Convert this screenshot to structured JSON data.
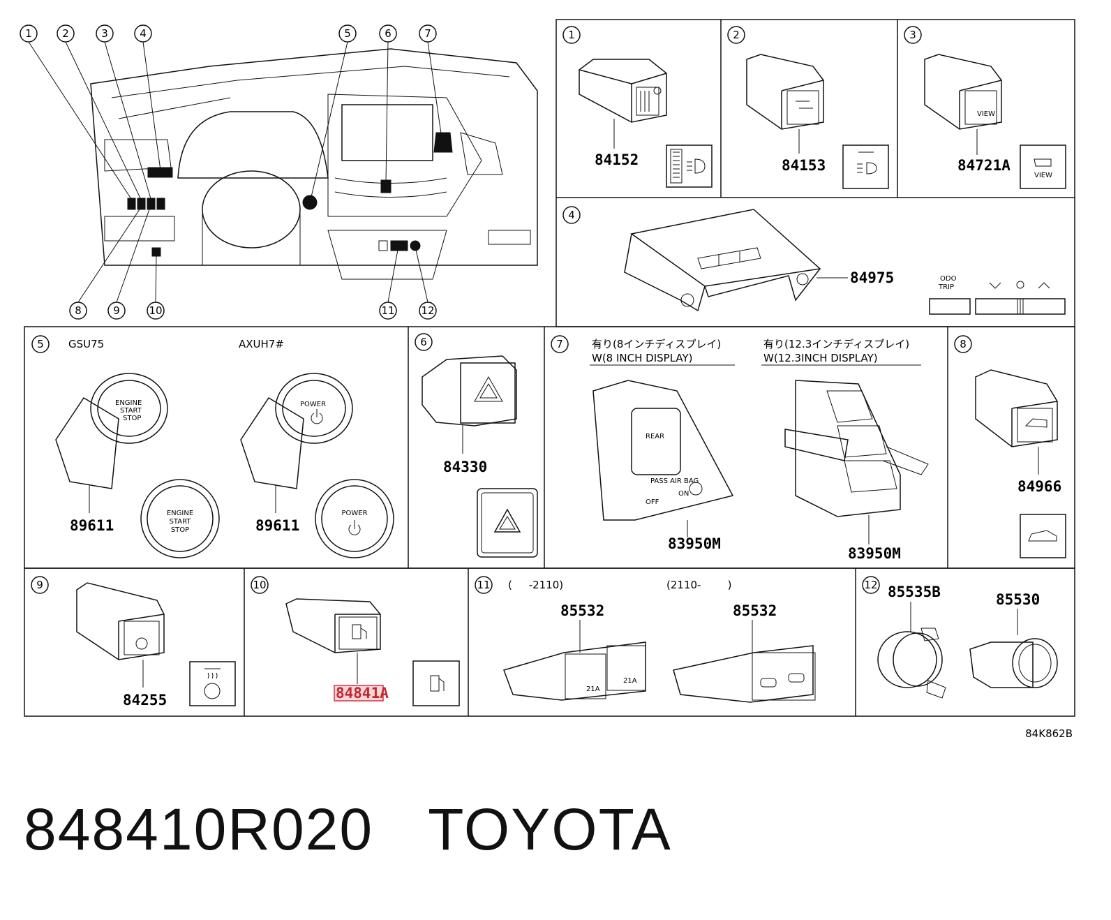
{
  "diagram_code": "84K862B",
  "footer": {
    "part_number": "848410R020",
    "brand": "TOYOTA"
  },
  "overview_callouts": [
    "1",
    "2",
    "3",
    "4",
    "5",
    "6",
    "7",
    "8",
    "9",
    "10",
    "11",
    "12"
  ],
  "panels": {
    "p1": {
      "index": "1",
      "part": "84152"
    },
    "p2": {
      "index": "2",
      "part": "84153"
    },
    "p3": {
      "index": "3",
      "part": "84721A",
      "icon_text": "VIEW"
    },
    "p4": {
      "index": "4",
      "part": "84975",
      "odo": "ODO",
      "trip": "TRIP",
      "label_small": "ODO/TRIP"
    },
    "p5": {
      "index": "5",
      "variant_a": "GSU75",
      "variant_b": "AXUH7#",
      "part_a": "89611",
      "part_b": "89611",
      "btn_a_l1": "ENGINE",
      "btn_a_l2": "START",
      "btn_a_l3": "STOP",
      "btn_b": "POWER"
    },
    "p6": {
      "index": "6",
      "part": "84330"
    },
    "p7": {
      "index": "7",
      "variant_a_jp": "有り(8インチディスプレイ)",
      "variant_a_en": "W(8 INCH DISPLAY)",
      "variant_b_jp": "有り(12.3インチディスプレイ)",
      "variant_b_en": "W(12.3INCH DISPLAY)",
      "part_a": "83950M",
      "part_b": "83950M",
      "rear": "REAR",
      "pass_airbag": "PASS AIR BAG",
      "on": "ON",
      "off": "OFF"
    },
    "p8": {
      "index": "8",
      "part": "84966"
    },
    "p9": {
      "index": "9",
      "part": "84255"
    },
    "p10": {
      "index": "10",
      "part": "84841A",
      "highlighted": true
    },
    "p11": {
      "index": "11",
      "range_a": "(     -2110)",
      "range_b": "(2110-        )",
      "part_a": "85532",
      "part_b": "85532",
      "amp": "21A"
    },
    "p12": {
      "index": "12",
      "part_a": "85535B",
      "part_b": "85530"
    }
  },
  "colors": {
    "line": "#111111",
    "highlight_stroke": "#d9343f",
    "highlight_fill": "#f6d6d8"
  }
}
